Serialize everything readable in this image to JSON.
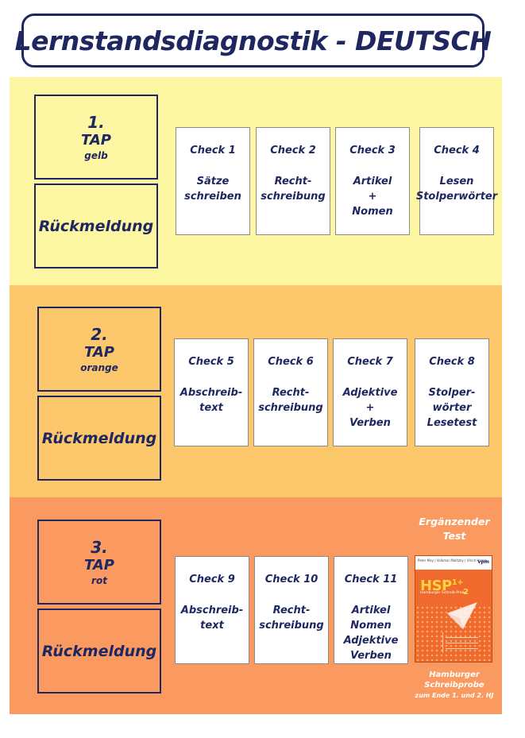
{
  "title": "Lernstandsdiagnostik - DEUTSCH",
  "colors": {
    "navy": "#1e2760",
    "yellow_band": "#fdf7a3",
    "orange_band": "#fcc86b",
    "red_band": "#fa9a60"
  },
  "sections": [
    {
      "tap": {
        "number": "1.",
        "label": "TAP",
        "color_name": "gelb"
      },
      "feedback": "Rückmeldung",
      "checks": [
        {
          "title": "Check 1",
          "lines": [
            "Sätze",
            "schreiben"
          ]
        },
        {
          "title": "Check 2",
          "lines": [
            "Recht-",
            "schreibung"
          ]
        },
        {
          "title": "Check 3",
          "lines": [
            "Artikel",
            "+",
            "Nomen"
          ]
        },
        {
          "title": "Check 4",
          "lines": [
            "Lesen",
            "Stolperwörter"
          ]
        }
      ]
    },
    {
      "tap": {
        "number": "2.",
        "label": "TAP",
        "color_name": "orange"
      },
      "feedback": "Rückmeldung",
      "checks": [
        {
          "title": "Check 5",
          "lines": [
            "Abschreib-",
            "text"
          ]
        },
        {
          "title": "Check 6",
          "lines": [
            "Recht-",
            "schreibung"
          ]
        },
        {
          "title": "Check 7",
          "lines": [
            "Adjektive",
            "+",
            "Verben"
          ]
        },
        {
          "title": "Check 8",
          "lines": [
            "Stolper-",
            "wörter",
            "Lesetest"
          ]
        }
      ]
    },
    {
      "tap": {
        "number": "3.",
        "label": "TAP",
        "color_name": "rot"
      },
      "feedback": "Rückmeldung",
      "checks": [
        {
          "title": "Check 9",
          "lines": [
            "Abschreib-",
            "text"
          ]
        },
        {
          "title": "Check 10",
          "lines": [
            "Recht-",
            "schreibung"
          ]
        },
        {
          "title": "Check 11",
          "lines": [
            "Artikel",
            "Nomen",
            "Adjektive",
            "Verben"
          ]
        }
      ],
      "extra_test": {
        "heading_lines": [
          "Ergänzender",
          "Test"
        ],
        "cover": {
          "authors": "Peter May | Volkmar Malitzky | Ulrich Haase",
          "publisher": "vpm",
          "logo": "HSP",
          "logo_super": "1+",
          "logo_sub": "2",
          "subtitle": "Hamburger Schreib-Probe"
        },
        "caption_lines": [
          "Hamburger",
          "Schreibprobe",
          "zum Ende 1. und 2. HJ"
        ]
      }
    }
  ]
}
